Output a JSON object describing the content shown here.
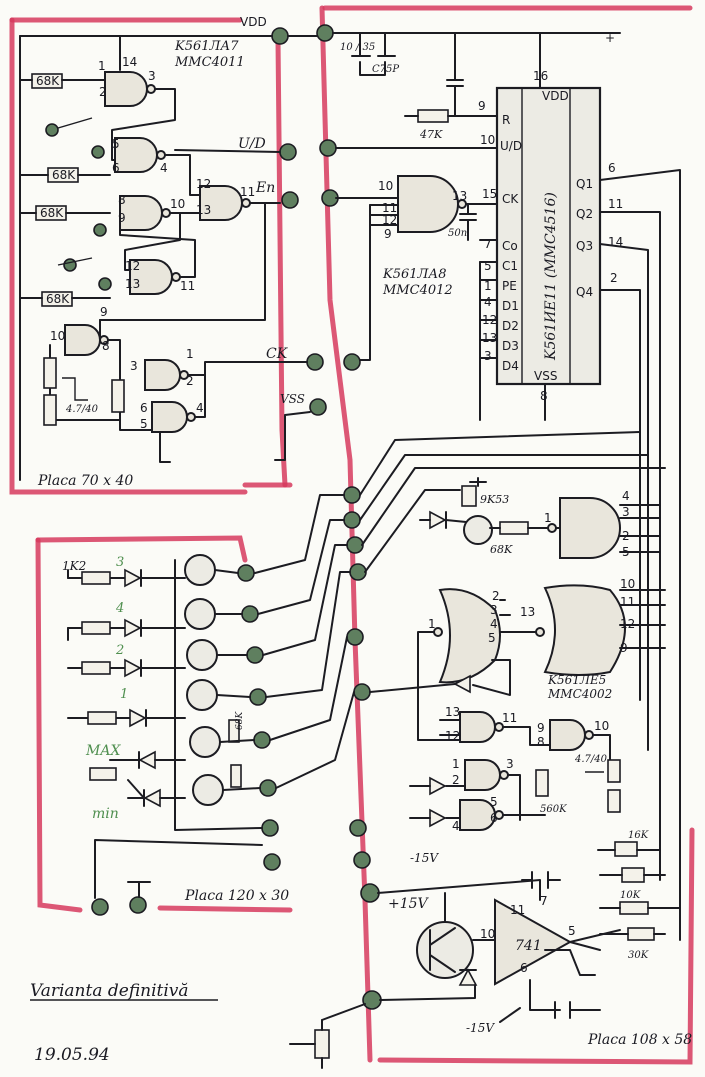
{
  "labels": {
    "vdd_top": "VDD",
    "plus_top": "+",
    "chip_top": "K561ЛА7",
    "chip_top_alt": "MMC4011",
    "u_d": "U/D",
    "en": "En",
    "ck": "CK",
    "vss": "VSS",
    "nand4_name": "K561ЛА8",
    "nand4_alt": "MMC4012",
    "counter_name": "K561ИЕ11 (MMC4516)",
    "counter_vdd": "VDD",
    "counter_vss": "VSS",
    "pin_r": "R",
    "pin_ud": "U/D",
    "pin_ck": "CK",
    "pin_co": "Co",
    "pin_ci": "C1",
    "pin_pe": "PE",
    "pin_d1": "D1",
    "pin_d2": "D2",
    "pin_d3": "D3",
    "pin_d4": "D4",
    "pin_q1": "Q1",
    "pin_q2": "Q2",
    "pin_q3": "Q3",
    "pin_q4": "Q4",
    "res_68k": "68K",
    "res_47k": "47K",
    "cap_50n": "50n",
    "cap_c1": "10 / 35",
    "cap_c2": "C75P",
    "board1": "Placa 70 x 40",
    "board2": "Placa 120 x 30",
    "board3": "Placa 108 x 58",
    "r1k2": "1K2",
    "led_3": "3",
    "led_4": "4",
    "led_2": "2",
    "led_1": "1",
    "led_max": "MAX",
    "led_min": "min",
    "r_68k_v": "68K",
    "r_9k53": "9K53",
    "r_68k_t": "68K",
    "nor_name": "K561ЛЕ5",
    "nor_alt": "MMC4002",
    "pot_4k7": "4.7/40",
    "r_560k": "560K",
    "pot_4k7_top": "4.7/40",
    "r_560k_top": "560K",
    "opamp": "741",
    "plus15": "+15V",
    "minus15": "-15V",
    "minus15_top": "-15V",
    "r_10k": "10K",
    "r_30k": "30K",
    "r_16k": "16K",
    "title": "Varianta definitivă",
    "date": "19.05.94"
  },
  "colors": {
    "board_border": "#d63a5e",
    "pad": "#5f7f5f",
    "ink": "#1c1c22",
    "green_text": "#4f8f4f"
  }
}
